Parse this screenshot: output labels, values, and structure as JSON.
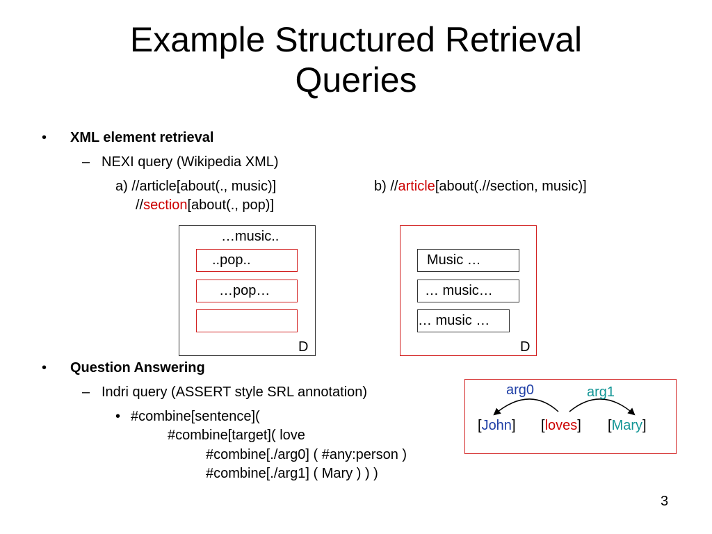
{
  "slide": {
    "title_line1": "Example Structured Retrieval",
    "title_line2": "Queries",
    "page_number": "3"
  },
  "bullets": {
    "b1_marker": "•",
    "b1_text": "XML element retrieval",
    "b1_sub_marker": "–",
    "b1_sub_text": "NEXI query (Wikipedia XML)",
    "query_a_line1": "a) //article[about(., music)]",
    "query_a_line2_prefix": "//",
    "query_a_line2_keyword": "section",
    "query_a_line2_suffix": "[about(., pop)]",
    "query_b_prefix": "b)  //",
    "query_b_keyword": "article",
    "query_b_suffix": "[about(.//section, music)]",
    "b2_marker": "•",
    "b2_text": "Question Answering",
    "b2_sub_marker": "–",
    "b2_sub_text": "Indri query (ASSERT style SRL annotation)",
    "b2_subsub_marker": "•",
    "code_line1": "#combine[sentence](",
    "code_line2": "#combine[target]( love",
    "code_line3": "#combine[./arg0] ( #any:person )",
    "code_line4": "#combine[./arg1] ( Mary ) ) )"
  },
  "doc_a": {
    "top_text": "…music..",
    "box1": "..pop..",
    "box2": "…pop…",
    "box3": "",
    "label": "D"
  },
  "doc_b": {
    "box1": "Music …",
    "box2": "… music…",
    "box3": "… music …",
    "label": "D"
  },
  "srl": {
    "arg0_label": "arg0",
    "arg1_label": "arg1",
    "open1": "[",
    "word1": "John",
    "close1": "]",
    "open2": "[",
    "word2": "loves",
    "close2": "]",
    "open3": "[",
    "word3": "Mary",
    "close3": "]"
  },
  "colors": {
    "highlight_red": "#cc0000",
    "arg0_blue": "#1f3fa6",
    "arg1_teal": "#149696",
    "box_border_red": "#d22020"
  }
}
